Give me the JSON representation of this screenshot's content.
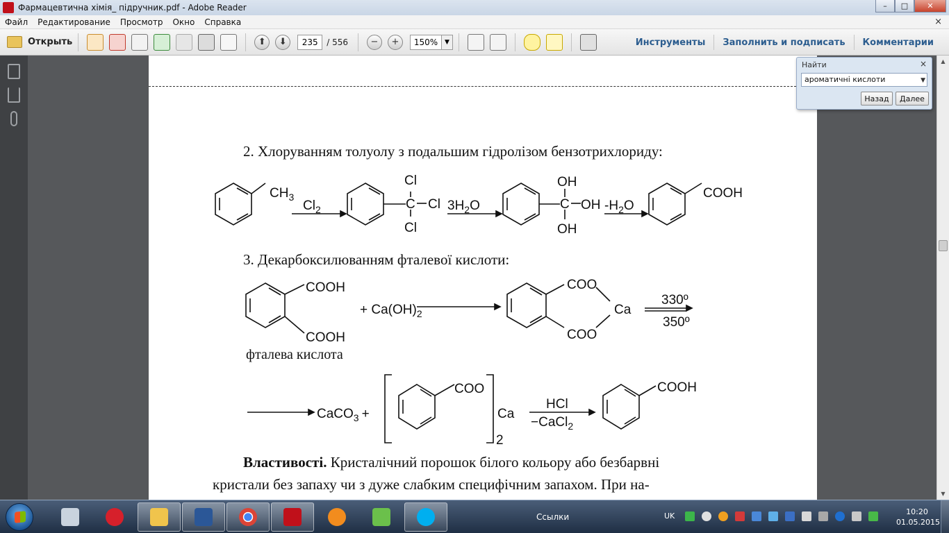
{
  "window": {
    "title": "Фармацевтична хімія_ підручник.pdf - Adobe Reader",
    "minimize": "–",
    "maximize": "□",
    "close": "✕"
  },
  "menu": {
    "items": [
      "Файл",
      "Редактирование",
      "Просмотр",
      "Окно",
      "Справка"
    ],
    "close": "×"
  },
  "toolbar": {
    "open_label": "Открыть",
    "page_current": "235",
    "page_total": "/ 556",
    "zoom": "150%",
    "zoom_arrow": "▼",
    "up_glyph": "⬆",
    "down_glyph": "⬇",
    "minus_glyph": "−",
    "plus_glyph": "+",
    "right_tools": [
      "Инструменты",
      "Заполнить и подписать",
      "Комментарии"
    ]
  },
  "find": {
    "label": "Найти",
    "close": "×",
    "query": "ароматичні кислоти",
    "dropdown": "▼",
    "back": "Назад",
    "next": "Далее"
  },
  "document": {
    "line1": "2. Хлоруванням толуолу з подальшим гідролізом бензотрихлориду:",
    "line2": "3. Декарбоксилюванням фталевої кислоти:",
    "phthalic_label": "фталева кислота",
    "props_bold": "Властивості.",
    "props_rest": " Кристалічний порошок білого кольору або безбарвні",
    "props_line2": "кристали без запаху чи з дуже слабким специфічним запахом. При на-"
  },
  "chem": {
    "ch3": "CH",
    "ch3_sub": "3",
    "cl2": "Cl",
    "cl2_sub": "2",
    "cl": "Cl",
    "c": "C",
    "h2o3": "3H",
    "h2o_sub": "2",
    "h2o_o": "O",
    "oh": "OH",
    "minus_h2o": "-H",
    "cooh": "COOH",
    "caoh2": "+ Ca(OH)",
    "caoh2_sub": "2",
    "coo": "COO",
    "ca": "Ca",
    "t1": "330º",
    "t2": "350º",
    "caco3": "CaCO",
    "caco3_sub": "3",
    "plus": "+",
    "bracket_sub": "2",
    "hcl": "HCl",
    "cacl2": "−CaCl",
    "cacl2_sub": "2"
  },
  "taskbar": {
    "links_label": "Ссылки",
    "lang": "UK",
    "time": "10:20",
    "date": "01.05.2015"
  }
}
